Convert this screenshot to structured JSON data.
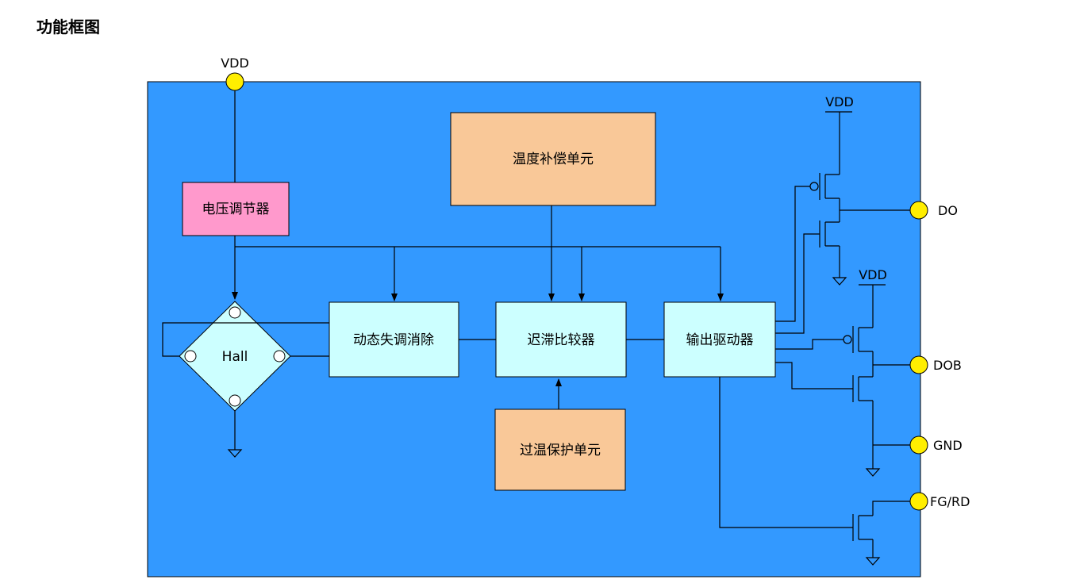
{
  "heading": "功能框图",
  "colors": {
    "chip_bg": "#3399ff",
    "regulator": "#ff99cc",
    "thermal": "#f9c898",
    "logic": "#ccffff",
    "pin": "#ffee00",
    "hall": "#ccffff"
  },
  "pins": {
    "vdd_top": "VDD",
    "vdd_out1": "VDD",
    "vdd_out2": "VDD",
    "do": "DO",
    "dob": "DOB",
    "gnd": "GND",
    "fg": "FG/RD"
  },
  "blocks": {
    "regulator": "电压调节器",
    "temp_comp": "温度补偿单元",
    "offset_cancel": "动态失调消除",
    "hysteresis": "迟滞比较器",
    "driver": "输出驱动器",
    "overtemp": "过温保护单元",
    "hall": "Hall"
  }
}
